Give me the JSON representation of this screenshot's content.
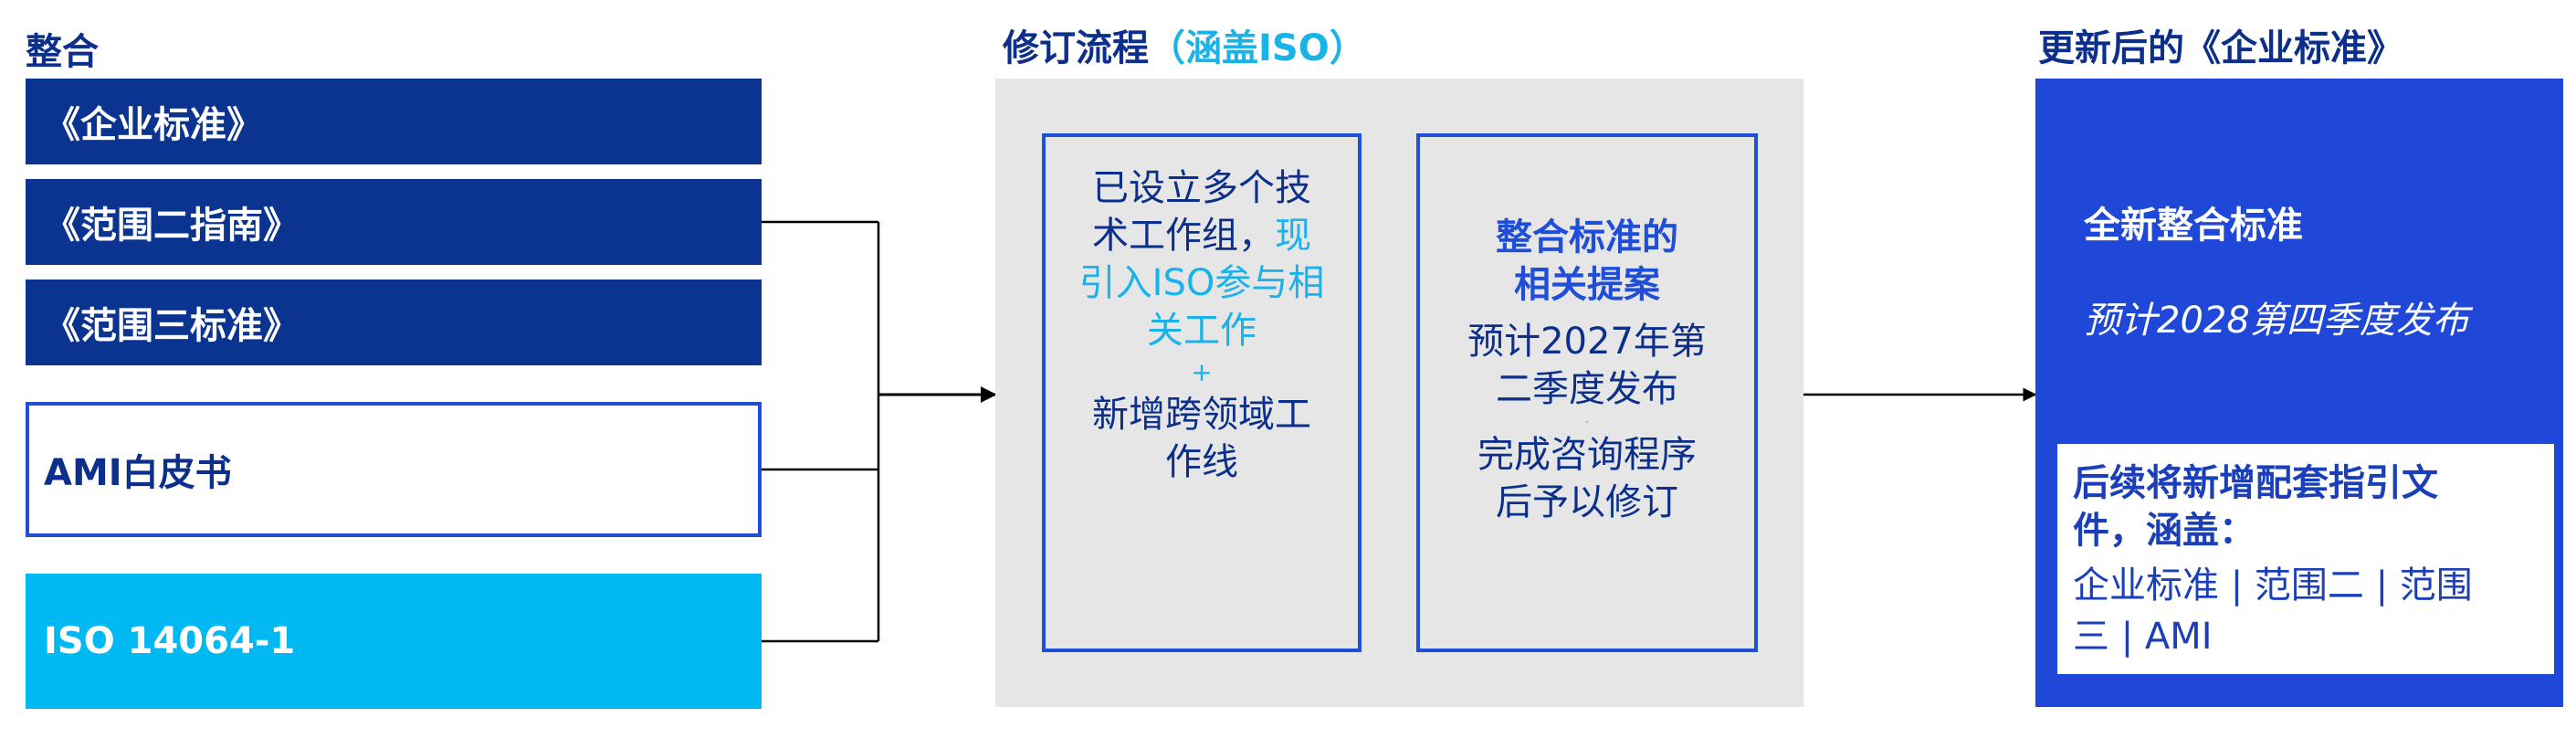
{
  "headings": {
    "integrate": "整合",
    "revision_main": "修订流程",
    "revision_accent": "（涵盖ISO）",
    "updated": "更新后的《企业标准》"
  },
  "sources": [
    "《企业标准》",
    "《范围二指南》",
    "《范围三标准》",
    "AMI白皮书",
    "ISO 14064-1"
  ],
  "process": {
    "box1": {
      "line1": "已设立多个技",
      "line2a": "术工作组，",
      "line2b": "现",
      "line3": "引入ISO参与相",
      "line4": "关工作",
      "plus": "+",
      "line5": "新增跨领域工",
      "line6": "作线"
    },
    "box2": {
      "title1": "整合标准的",
      "title2": "相关提案",
      "date1": "预计2027年第",
      "date2": "二季度发布",
      "sep": "-",
      "final1": "完成咨询程序",
      "final2": "后予以修订"
    }
  },
  "result": {
    "title": "全新整合标准",
    "date": "预计2028第四季度发布",
    "followup_title1": "后续将新增配套指引文",
    "followup_title2": "件，涵盖：",
    "followup_list1": "企业标准 | 范围二 | 范围",
    "followup_list2": "三 | AMI"
  },
  "colors": {
    "navy": "#0a3490",
    "blue": "#1f4ed8",
    "cyan": "#00b9f2",
    "panel_gray": "#e6e6e6"
  }
}
